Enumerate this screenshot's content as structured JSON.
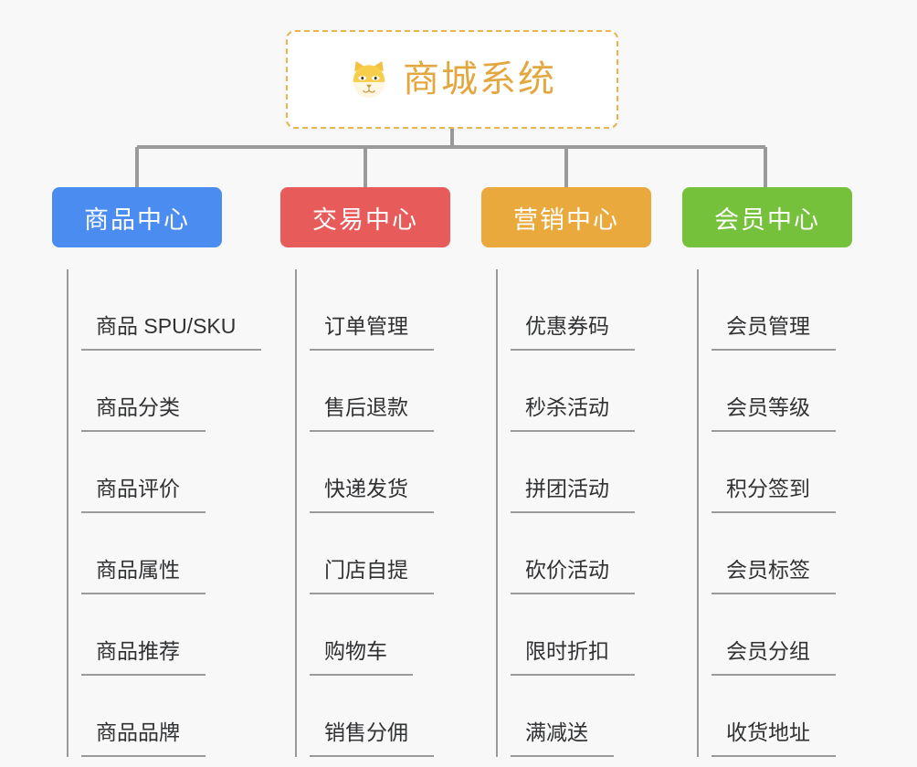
{
  "page": {
    "background_color": "#f8f8f8",
    "title": "商城系统",
    "root_icon": "shiba-dog-face-icon",
    "root_border_color": "#e9b44c",
    "root_title_color": "#e3a73f",
    "connector_color": "#9a9a9a"
  },
  "columns": [
    {
      "id": "product-center",
      "label": "商品中心",
      "color": "#4a8cf0",
      "items": [
        {
          "label": "商品 SPU/SKU"
        },
        {
          "label": "商品分类"
        },
        {
          "label": "商品评价"
        },
        {
          "label": "商品属性"
        },
        {
          "label": "商品推荐"
        },
        {
          "label": "商品品牌"
        }
      ]
    },
    {
      "id": "trade-center",
      "label": "交易中心",
      "color": "#e85b5b",
      "items": [
        {
          "label": "订单管理"
        },
        {
          "label": "售后退款"
        },
        {
          "label": "快递发货"
        },
        {
          "label": "门店自提"
        },
        {
          "label": "购物车"
        },
        {
          "label": "销售分佣"
        }
      ]
    },
    {
      "id": "marketing-center",
      "label": "营销中心",
      "color": "#e9a93c",
      "items": [
        {
          "label": "优惠券码"
        },
        {
          "label": "秒杀活动"
        },
        {
          "label": "拼团活动"
        },
        {
          "label": "砍价活动"
        },
        {
          "label": "限时折扣"
        },
        {
          "label": "满减送"
        }
      ]
    },
    {
      "id": "member-center",
      "label": "会员中心",
      "color": "#76c13c",
      "items": [
        {
          "label": "会员管理"
        },
        {
          "label": "会员等级"
        },
        {
          "label": "积分签到"
        },
        {
          "label": "会员标签"
        },
        {
          "label": "会员分组"
        },
        {
          "label": "收货地址"
        }
      ]
    }
  ]
}
